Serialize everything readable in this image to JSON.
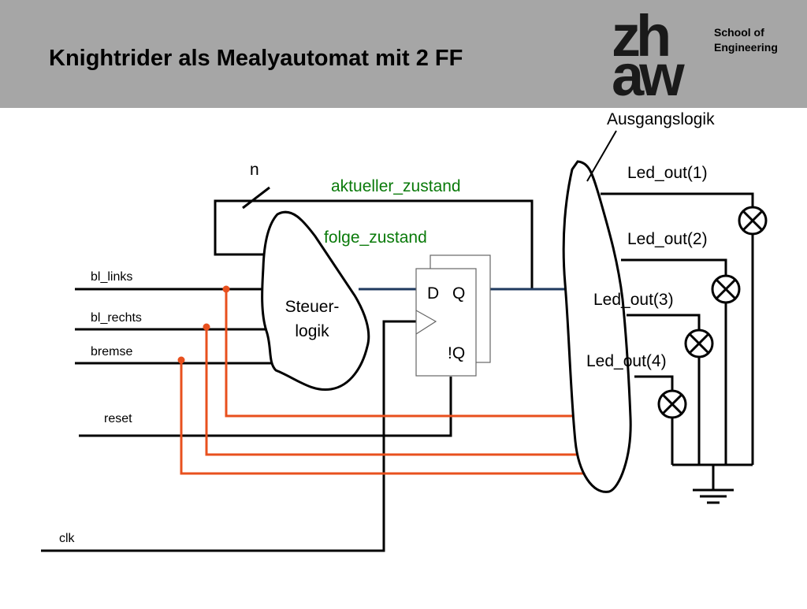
{
  "header": {
    "title": "Knightrider als Mealyautomat mit 2 FF",
    "logo_top": "zh",
    "logo_bottom": "aw",
    "school_line1": "School of",
    "school_line2": "Engineering",
    "background": "#a6a6a6"
  },
  "diagram": {
    "bus_width": "n",
    "state_current": "aktueller_zustand",
    "state_next": "folge_zustand",
    "control_block": [
      "Steuer-",
      "logik"
    ],
    "output_block": "Ausgangslogik",
    "flipflop": {
      "d": "D",
      "q": "Q",
      "q_not": "!Q"
    },
    "inputs": [
      "bl_links",
      "bl_rechts",
      "bremse",
      "reset",
      "clk"
    ],
    "outputs": [
      "Led_out(1)",
      "Led_out(2)",
      "Led_out(3)",
      "Led_out(4)"
    ],
    "colors": {
      "wire": "#000000",
      "bus": "#1f3a5f",
      "bypass": "#e8501e",
      "state_label": "#0a7a0a"
    }
  }
}
